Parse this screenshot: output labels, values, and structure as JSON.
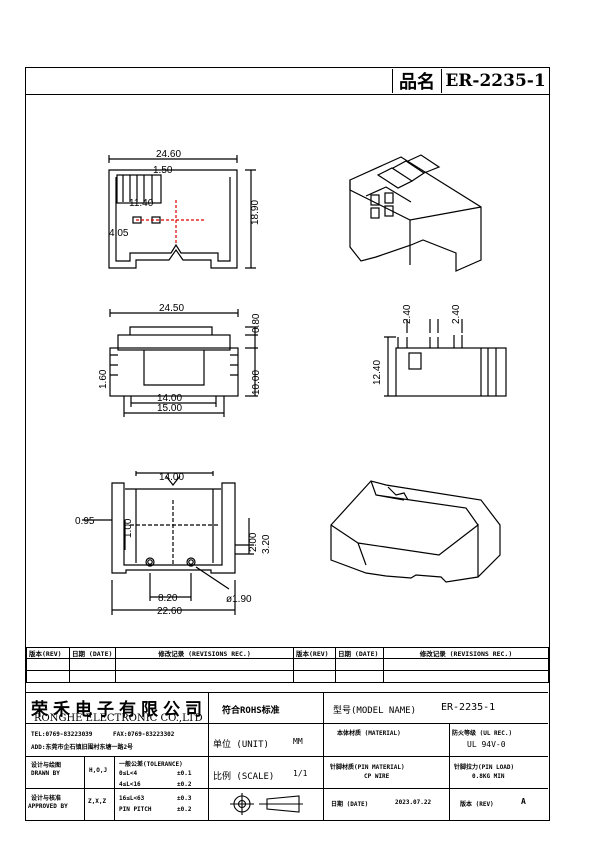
{
  "header": {
    "name_label": "品名",
    "part_name": "ER-2235-1"
  },
  "dimensions": {
    "front_width": "24.60",
    "front_pitch": "1.50",
    "front_inner": "11.40",
    "front_offset": "4.05",
    "front_height": "18.90",
    "side_width": "24.50",
    "side_top": "0.80",
    "side_left": "1.60",
    "side_height": "10.00",
    "side_bottom1": "14.00",
    "side_bottom2": "15.00",
    "right_pin1": "2.40",
    "right_pin2": "2.40",
    "right_height": "12.40",
    "bottom_top": "14.00",
    "bottom_left1": "0.95",
    "bottom_left2": "1.00",
    "bottom_right1": "2.00",
    "bottom_right2": "3.20",
    "bottom_pitch": "8.20",
    "bottom_width": "22.60",
    "bottom_hole": "ø1.90"
  },
  "revisions": {
    "headers": [
      "版本(REV)",
      "日期 (DATE)",
      "修改记录 (REVISIONS REC.)",
      "版本(REV)",
      "日期 (DATE)",
      "修改记录 (REVISIONS REC.)"
    ]
  },
  "company": {
    "name_cn": "荣禾电子有限公司",
    "name_en": "RONGHE ELECTRONIC CO.,LTD",
    "tel": "TEL:0769-83223039",
    "fax": "FAX:0769-83223302",
    "address": "ADD:东莞市企石镇旧围村东塘一路2号"
  },
  "title_block": {
    "rohs": "符合ROHS标准",
    "model_label": "型号(MODEL NAME)",
    "model": "ER-2235-1",
    "unit_label": "单位 (UNIT)",
    "unit": "MM",
    "material_label": "本体材质 (MATERIAL)",
    "flame_label": "防火等级 (UL REC.)",
    "flame": "UL 94V-0",
    "scale_label": "比例 (SCALE)",
    "scale": "1/1",
    "pin_material_label": "针脚材质(PIN MATERIAL)",
    "pin_material": "CP WIRE",
    "pin_load_label": "针脚拉力(PIN LOAD)",
    "pin_load": "0.8KG MIN",
    "date_label": "日期 (DATE)",
    "date": "2023.07.22",
    "rev_label": "版本 (REV)",
    "rev": "A",
    "drawn_label": "设计与绘图",
    "drawn_en": "DRAWN BY",
    "drawn": "H,O,J",
    "approved_label": "设计与核准",
    "approved_en": "APPROVED BY",
    "approved": "Z,X,Z",
    "tolerance_title": "一般公差(TOLERANCE)",
    "tol1_range": "0≤L<4",
    "tol1": "±0.1",
    "tol2_range": "4≤L<16",
    "tol2": "±0.2",
    "tol3_range": "16≤L<63",
    "tol3": "±0.3",
    "tol4_range": "PIN PITCH",
    "tol4": "±0.2"
  }
}
